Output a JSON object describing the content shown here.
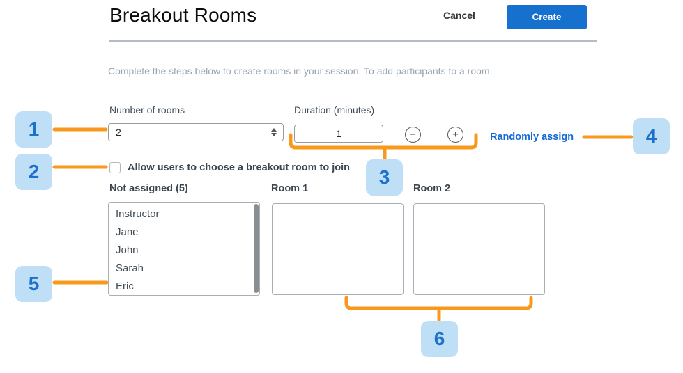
{
  "window": {
    "title": "Breakout Rooms"
  },
  "header": {
    "cancel_label": "Cancel",
    "create_label": "Create"
  },
  "instruction": "Complete the steps below to create rooms in your session, To add participants to a room.",
  "controls": {
    "number_of_rooms": {
      "label": "Number of rooms",
      "value": "2"
    },
    "duration": {
      "label": "Duration (minutes)",
      "value": "1"
    },
    "randomly_assign_label": "Randomly assign",
    "allow_choice_label": "Allow users to choose a breakout room to join",
    "allow_choice_checked": false
  },
  "columns": {
    "not_assigned": {
      "header": "Not assigned (5)",
      "participants": [
        "Instructor",
        "Jane",
        "John",
        "Sarah",
        "Eric"
      ]
    },
    "room1": {
      "header": "Room 1"
    },
    "room2": {
      "header": "Room 2"
    }
  },
  "callouts": [
    "1",
    "2",
    "3",
    "4",
    "5",
    "6"
  ],
  "icons": {
    "minus_glyph": "−",
    "plus_glyph": "+",
    "select_stepper": "up-down-arrows-icon",
    "decrease": "minus-circle-icon",
    "increase": "plus-circle-icon"
  },
  "colors": {
    "accent_orange": "#F8981D",
    "badge_bg": "#BFDFF7",
    "badge_text": "#1C70CE",
    "primary_blue": "#1671CE",
    "link_blue": "#1568D6"
  }
}
